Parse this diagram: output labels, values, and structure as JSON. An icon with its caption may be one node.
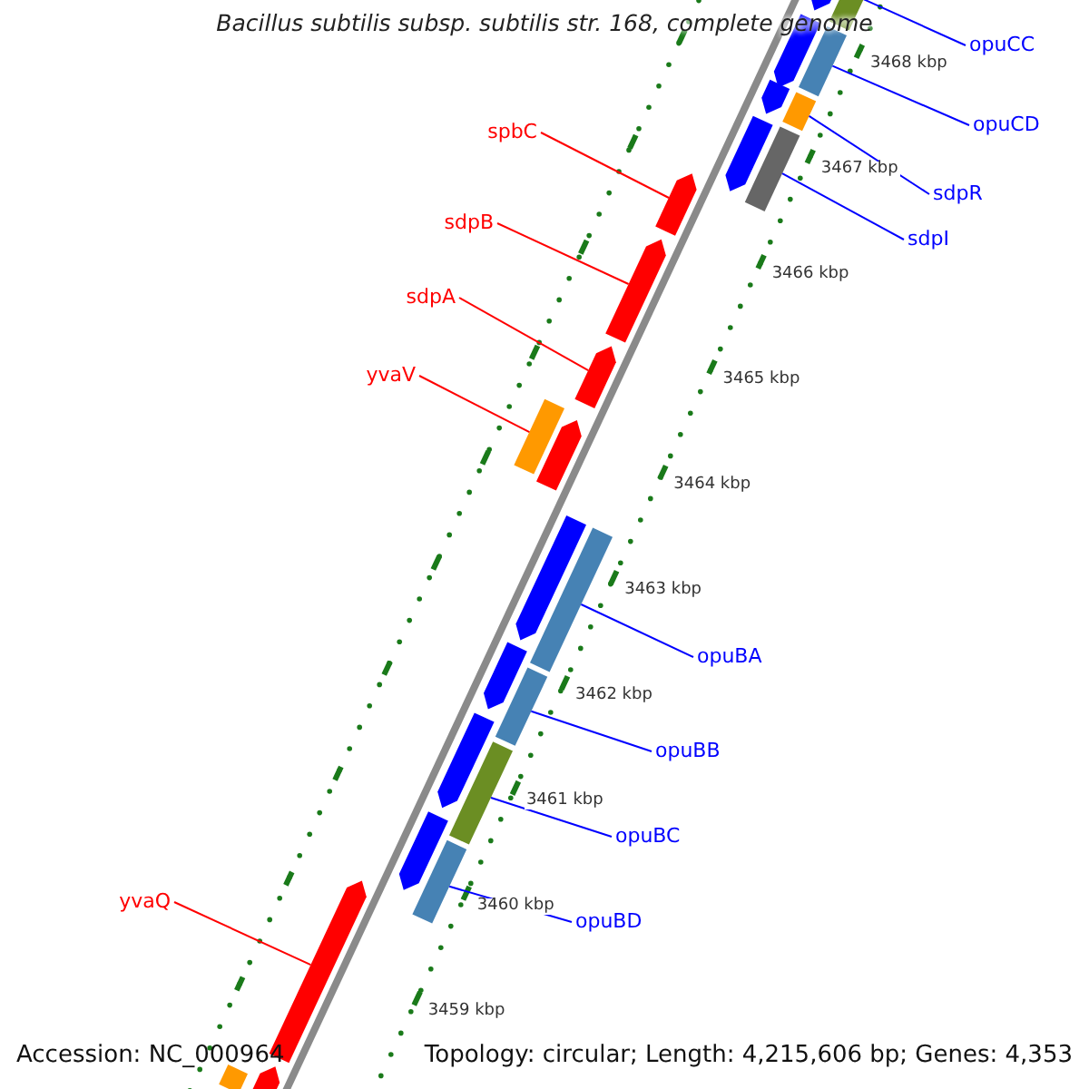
{
  "diagram": {
    "title": "Bacillus subtilis subsp. subtilis str. 168, complete genome",
    "nodes": [
      {
        "text": [
          "opuCC"
        ]
      },
      {
        "text": [
          "opuCD"
        ]
      },
      {
        "text": [
          "spbC"
        ]
      },
      {
        "text": [
          "sdpR"
        ]
      },
      {
        "text": [
          "sdpI"
        ]
      },
      {
        "text": [
          "sdpB"
        ]
      },
      {
        "text": [
          "sdpA"
        ]
      },
      {
        "text": [
          "yvaV"
        ]
      },
      {
        "text": [
          "opuBA"
        ]
      },
      {
        "text": [
          "opuBB"
        ]
      },
      {
        "text": [
          "opuBC"
        ]
      },
      {
        "text": [
          "yvaQ"
        ]
      },
      {
        "text": [
          "opuBD"
        ]
      },
      {
        "text": [],
        "shape": "bar"
      },
      {
        "text": [],
        "shape": "bar"
      },
      {
        "text": [],
        "shape": "arrow"
      },
      {
        "text": [],
        "shape": "bar"
      },
      {
        "text": [],
        "shape": "bar"
      },
      {
        "text": [],
        "shape": "arrow"
      },
      {
        "text": [],
        "shape": "arrow"
      },
      {
        "text": [],
        "shape": "bar"
      },
      {
        "text": [],
        "shape": "bar"
      },
      {
        "text": [],
        "shape": "bar"
      },
      {
        "text": [],
        "shape": "bar"
      },
      {
        "text": [],
        "shape": "arrow"
      },
      {
        "text": [],
        "shape": "bar"
      },
      {
        "text": [],
        "shape": "arrow"
      },
      {
        "text": [],
        "shape": "arrow"
      },
      {
        "text": [],
        "shape": "arrow"
      },
      {
        "text": [],
        "shape": "arrow"
      },
      {
        "text": [],
        "shape": "arrow"
      },
      {
        "text": [],
        "shape": "arrow"
      },
      {
        "text": [],
        "shape": "arrow"
      },
      {
        "text": [],
        "shape": "arrow"
      },
      {
        "text": [],
        "shape": "arrow"
      },
      {
        "text": [],
        "shape": "arrow"
      },
      {
        "text": [],
        "shape": "bar"
      }
    ],
    "edges": [
      {
        "from": 0,
        "to": 13,
        "arrow": "none"
      },
      {
        "from": 1,
        "to": 14,
        "arrow": "none"
      },
      {
        "from": 2,
        "to": 15,
        "arrow": "none",
        "color": "#ff0000"
      },
      {
        "from": 3,
        "to": 16,
        "arrow": "none"
      },
      {
        "from": 4,
        "to": 17,
        "arrow": "none"
      },
      {
        "from": 5,
        "to": 18,
        "arrow": "none",
        "color": "#ff0000"
      },
      {
        "from": 6,
        "to": 19,
        "arrow": "none",
        "color": "#ff0000"
      },
      {
        "from": 7,
        "to": 20,
        "arrow": "none",
        "color": "#ff0000"
      },
      {
        "from": 8,
        "to": 21,
        "arrow": "none"
      },
      {
        "from": 9,
        "to": 22,
        "arrow": "none"
      },
      {
        "from": 10,
        "to": 23,
        "arrow": "none"
      },
      {
        "from": 11,
        "to": 24,
        "arrow": "none",
        "color": "#ff0000"
      },
      {
        "from": 12,
        "to": 25,
        "arrow": "none"
      }
    ],
    "labels": [
      "3468 kbp",
      "3467 kbp",
      "3466 kbp",
      "3465 kbp",
      "3464 kbp",
      "3463 kbp",
      "3462 kbp",
      "3461 kbp",
      "3460 kbp",
      "3459 kbp",
      "Accession: NC_000964",
      "Topology: circular; Length: 4,215,606 bp; Genes: 4,353"
    ]
  }
}
